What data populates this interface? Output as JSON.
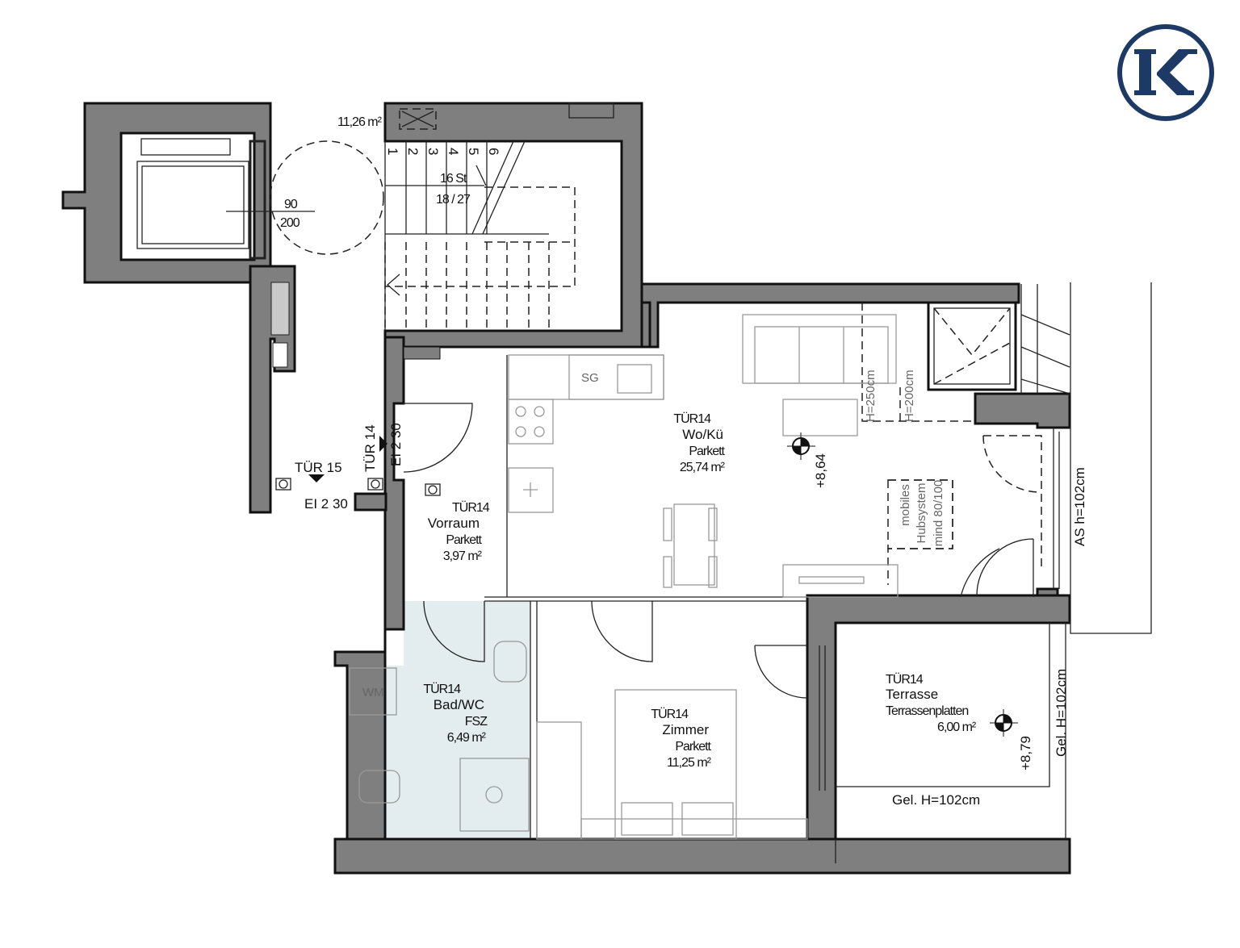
{
  "logo": {
    "letter": "K",
    "color": "#1d3a66"
  },
  "colors": {
    "wall": "#7f7f7f",
    "bathroom": "#e3ecef"
  },
  "stair": {
    "area": "11,26 m²",
    "steps": [
      "1",
      "2",
      "3",
      "4",
      "5",
      "6"
    ],
    "count": "16 St",
    "ratio": "18 / 27"
  },
  "elevator": {
    "width": "90",
    "height": "200"
  },
  "doors": {
    "tuer15": {
      "label": "TÜR 15",
      "rating": "EI 2 30"
    },
    "tuer14": {
      "label": "TÜR 14",
      "rating": "EI 2 30"
    }
  },
  "rooms": [
    {
      "unit": "TÜR14",
      "name": "Vorraum",
      "floor": "Parkett",
      "area": "3,97 m²"
    },
    {
      "unit": "TÜR14",
      "name": "Wo/Kü",
      "floor": "Parkett",
      "area": "25,74 m²"
    },
    {
      "unit": "TÜR14",
      "name": "Bad/WC",
      "floor": "FSZ",
      "area": "6,49 m²"
    },
    {
      "unit": "TÜR14",
      "name": "Zimmer",
      "floor": "Parkett",
      "area": "11,25 m²"
    },
    {
      "unit": "TÜR14",
      "name": "Terrasse",
      "floor": "Terrassenplatten",
      "area": "6,00 m²"
    }
  ],
  "levels": {
    "main": "+8,64",
    "terrace": "+8,79"
  },
  "annotations": {
    "h250": "H=250cm",
    "h200": "H=200cm",
    "lift": [
      "mobiles",
      "Hubsystem",
      "mind 80/100"
    ],
    "as": "AS h=102cm",
    "gel_vertical": "Gel. H=102cm",
    "gel_horizontal": "Gel. H=102cm",
    "wm": "WM",
    "sink": "SG"
  }
}
